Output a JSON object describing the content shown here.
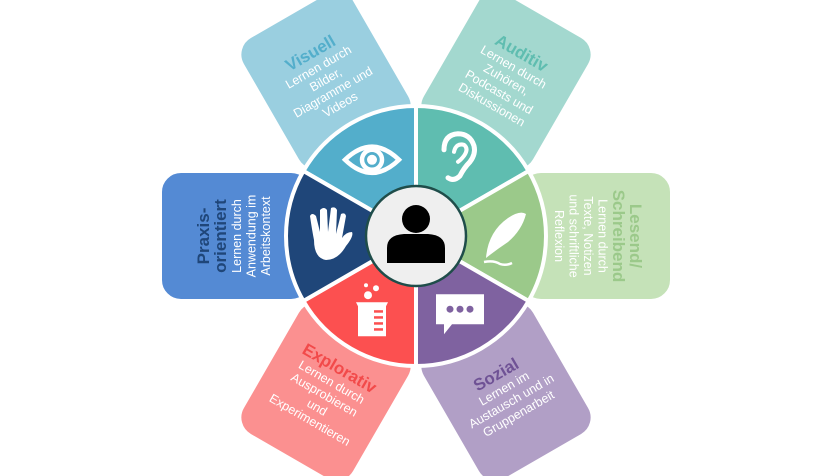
{
  "center": {
    "icon": "person-icon"
  },
  "segments": [
    {
      "id": "visuell",
      "angle": -120,
      "title": [
        "Visuell"
      ],
      "body": [
        "Lernen durch",
        "Bilder,",
        "Diagramme und",
        "Videos"
      ],
      "icon": "eye-icon",
      "wedge": "#53aecb",
      "card": "#9acfe0",
      "title_color": "#53aecb"
    },
    {
      "id": "auditiv",
      "angle": -60,
      "title": [
        "Auditiv"
      ],
      "body": [
        "Lernen durch",
        "Zuhören,",
        "Podcasts und",
        "Diskussionen"
      ],
      "icon": "ear-icon",
      "wedge": "#5fbdb0",
      "card": "#a3d8cf",
      "title_color": "#5fbdb0"
    },
    {
      "id": "lesend",
      "angle": 0,
      "title": [
        "Lesend/",
        "Schreibend"
      ],
      "body": [
        "Lernen durch",
        "Texte, Notizen",
        "und schriftliche",
        "Reflexion"
      ],
      "icon": "feather-icon",
      "wedge": "#9bc98a",
      "card": "#c5e2b8",
      "title_color": "#9bc98a"
    },
    {
      "id": "sozial",
      "angle": 60,
      "title": [
        "Sozial"
      ],
      "body": [
        "Lernen im",
        "Austausch und in",
        "Gruppenarbeit"
      ],
      "icon": "chat-bubble-icon",
      "wedge": "#7f62a0",
      "card": "#b19fc6",
      "title_color": "#6f5295"
    },
    {
      "id": "explorativ",
      "angle": 120,
      "title": [
        "Explorativ"
      ],
      "body": [
        "Lernen durch",
        "Ausprobieren",
        "und",
        "Experimentieren"
      ],
      "icon": "beaker-icon",
      "wedge": "#fc5050",
      "card": "#fb9090",
      "title_color": "#f24a4a"
    },
    {
      "id": "praxis",
      "angle": 180,
      "title": [
        "Praxis-",
        "orientiert"
      ],
      "body": [
        "Lernen durch",
        "Anwendung im",
        "Arbeitskontext"
      ],
      "icon": "hand-icon",
      "wedge": "#1f4679",
      "card": "#548ad4",
      "title_color": "#1f4679"
    }
  ]
}
